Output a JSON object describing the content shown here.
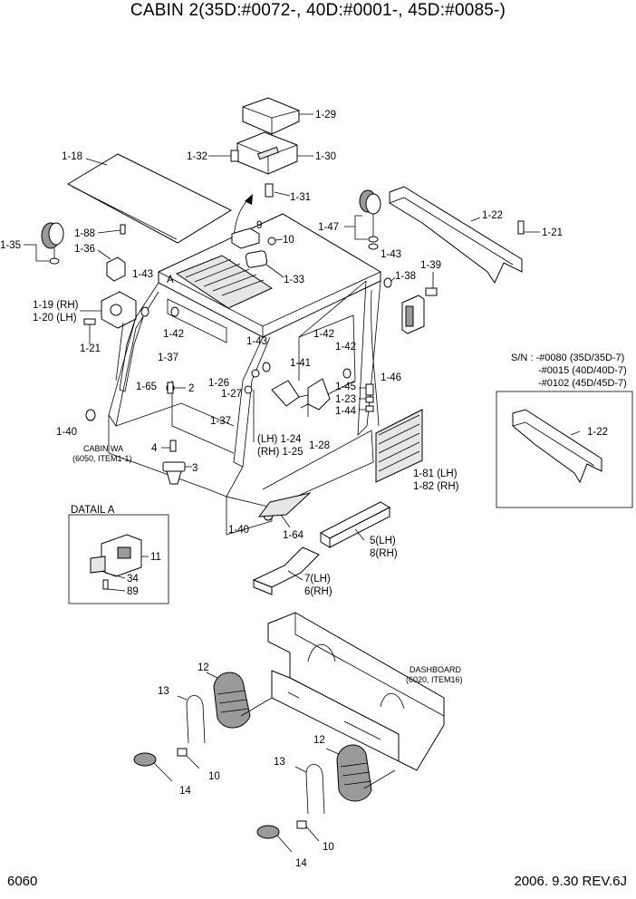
{
  "title": "CABIN 2(35D:#0072-, 40D:#0001-, 45D:#0085-)",
  "page_number": "6060",
  "revision": "2006. 9.30  REV.6J",
  "sn_note": {
    "prefix": "S/N : -#0080 (35D/35D-7)",
    "line2": "-#0015 (40D/40D-7)",
    "line3": "-#0102 (45D/45D-7)"
  },
  "detail_title": "DATAIL A",
  "cabin_wa": {
    "line1": "CABIN WA",
    "line2": "(6050, ITEM1-1)"
  },
  "dashboard": {
    "line1": "DASHBOARD",
    "line2": "(6020, ITEM16)"
  },
  "detail_marker": "A",
  "labels": {
    "l_1_29": "1-29",
    "l_1_30": "1-30",
    "l_1_31": "1-31",
    "l_1_32": "1-32",
    "l_1_18": "1-18",
    "l_1_88": "1-88",
    "l_1_35": "1-35",
    "l_1_36": "1-36",
    "l_9": "9",
    "l_10_top": "10",
    "l_1_33": "1-33",
    "l_1_47": "1-47",
    "l_1_22": "1-22",
    "l_1_21_right": "1-21",
    "l_1_43_a": "1-43",
    "l_1_38": "1-38",
    "l_1_39": "1-39",
    "l_1_43_b": "1-43",
    "l_1_19": "1-19 (RH)",
    "l_1_20": "1-20 (LH)",
    "l_1_21_left": "1-21",
    "l_1_42_a": "1-42",
    "l_1_37_a": "1-37",
    "l_1_42_b": "1-42",
    "l_1_42_c": "1-42",
    "l_1_43_c": "1-43",
    "l_1_41": "1-41",
    "l_1_46": "1-46",
    "l_1_26": "1-26",
    "l_1_27": "1-27",
    "l_1_65": "1-65",
    "l_2": "2",
    "l_1_45": "1-45",
    "l_1_23": "1-23",
    "l_1_44": "1-44",
    "l_1_40_a": "1-40",
    "l_1_37_b": "1-37",
    "l_1_24": "(LH) 1-24",
    "l_1_25": "(RH) 1-25",
    "l_1_28": "1-28",
    "l_4": "4",
    "l_3": "3",
    "l_1_81": "1-81 (LH)",
    "l_1_82": "1-82 (RH)",
    "l_1_22_sn": "1-22",
    "l_1_40_b": "1-40",
    "l_1_64": "1-64",
    "l_5": "5(LH)",
    "l_8": "8(RH)",
    "l_7": "7(LH)",
    "l_6": "6(RH)",
    "l_11": "11",
    "l_34": "34",
    "l_89": "89",
    "l_12_a": "12",
    "l_13_a": "13",
    "l_10_a": "10",
    "l_14_a": "14",
    "l_12_b": "12",
    "l_13_b": "13",
    "l_10_b": "10",
    "l_14_b": "14"
  }
}
